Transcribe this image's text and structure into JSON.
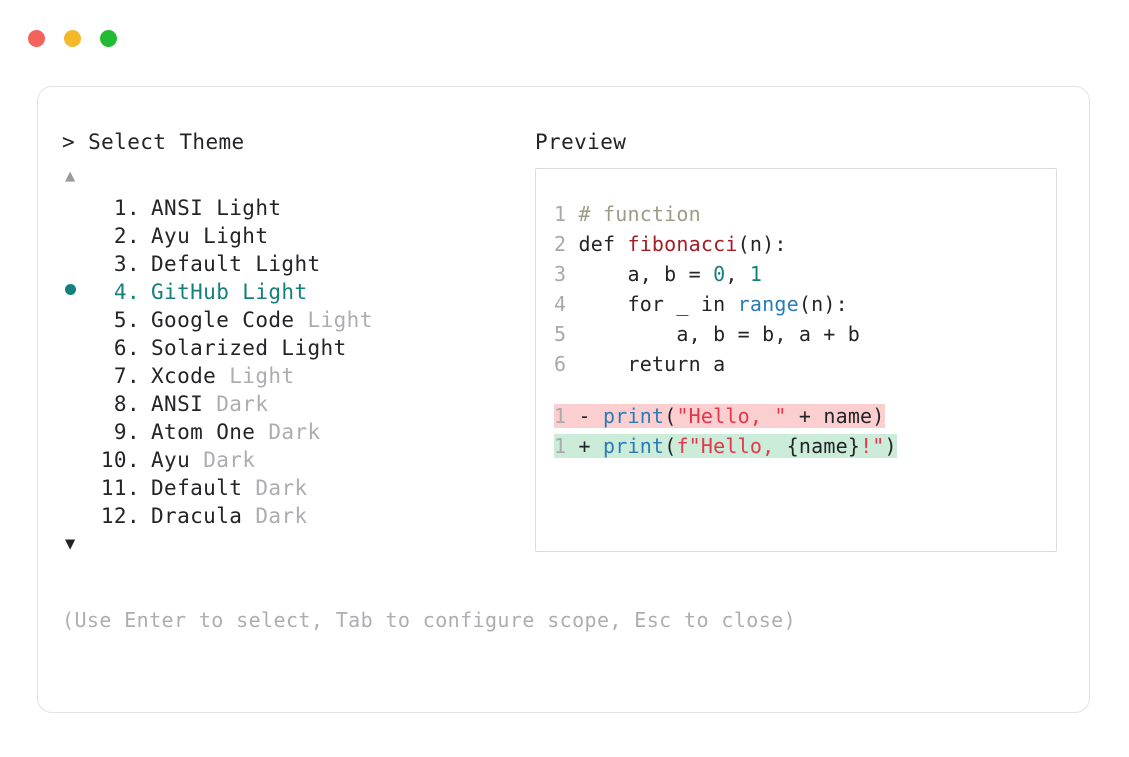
{
  "window": {
    "dots": [
      {
        "name": "close",
        "color": "#f4625c"
      },
      {
        "name": "minimize",
        "color": "#f5b82a"
      },
      {
        "name": "maximize",
        "color": "#22bb33"
      }
    ]
  },
  "picker": {
    "prompt": "> Select Theme",
    "scroll_up_glyph": "▲",
    "scroll_down_glyph": "▼",
    "selected_index": 4,
    "bullet_color": "#14807c",
    "accent_color": "#14807c",
    "items": [
      {
        "index": "1.",
        "name": "ANSI Light",
        "variant": "",
        "variant_muted": false,
        "selected": false
      },
      {
        "index": "2.",
        "name": "Ayu Light",
        "variant": "",
        "variant_muted": false,
        "selected": false
      },
      {
        "index": "3.",
        "name": "Default Light",
        "variant": "",
        "variant_muted": false,
        "selected": false
      },
      {
        "index": "4.",
        "name": "GitHub Light",
        "variant": "",
        "variant_muted": false,
        "selected": true
      },
      {
        "index": "5.",
        "name": "Google Code ",
        "variant": "Light",
        "variant_muted": true,
        "selected": false
      },
      {
        "index": "6.",
        "name": "Solarized Light",
        "variant": "",
        "variant_muted": false,
        "selected": false
      },
      {
        "index": "7.",
        "name": "Xcode ",
        "variant": "Light",
        "variant_muted": true,
        "selected": false
      },
      {
        "index": "8.",
        "name": "ANSI ",
        "variant": "Dark",
        "variant_muted": true,
        "selected": false
      },
      {
        "index": "9.",
        "name": "Atom One ",
        "variant": "Dark",
        "variant_muted": true,
        "selected": false
      },
      {
        "index": "10.",
        "name": "Ayu ",
        "variant": "Dark",
        "variant_muted": true,
        "selected": false
      },
      {
        "index": "11.",
        "name": "Default ",
        "variant": "Dark",
        "variant_muted": true,
        "selected": false
      },
      {
        "index": "12.",
        "name": "Dracula ",
        "variant": "Dark",
        "variant_muted": true,
        "selected": false
      }
    ],
    "hint": "(Use Enter to select, Tab to configure scope, Esc to close)"
  },
  "preview": {
    "title": "Preview",
    "code_lines": [
      {
        "no": "1",
        "tokens": [
          {
            "t": "# function",
            "c": "tok-comment"
          }
        ]
      },
      {
        "no": "2",
        "tokens": [
          {
            "t": "def ",
            "c": "tok-kw"
          },
          {
            "t": "fibonacci",
            "c": "tok-fn"
          },
          {
            "t": "(n):",
            "c": "tok-punct"
          }
        ]
      },
      {
        "no": "3",
        "tokens": [
          {
            "t": "    a, b = ",
            "c": "tok-plain"
          },
          {
            "t": "0",
            "c": "tok-num"
          },
          {
            "t": ", ",
            "c": "tok-plain"
          },
          {
            "t": "1",
            "c": "tok-num"
          }
        ]
      },
      {
        "no": "4",
        "tokens": [
          {
            "t": "    for _ in ",
            "c": "tok-plain"
          },
          {
            "t": "range",
            "c": "tok-builtin"
          },
          {
            "t": "(n):",
            "c": "tok-punct"
          }
        ]
      },
      {
        "no": "5",
        "tokens": [
          {
            "t": "        a, b = b, a + b",
            "c": "tok-plain"
          }
        ]
      },
      {
        "no": "6",
        "tokens": [
          {
            "t": "    return a",
            "c": "tok-plain"
          }
        ]
      }
    ],
    "diff_lines": [
      {
        "no": "1",
        "marker": "-",
        "kind": "del",
        "bg": "#fbcfcf",
        "tokens": [
          {
            "t": "print",
            "c": "tok-builtin"
          },
          {
            "t": "(",
            "c": "tok-punct"
          },
          {
            "t": "\"Hello, \"",
            "c": "tok-str"
          },
          {
            "t": " + name)",
            "c": "tok-plain"
          }
        ]
      },
      {
        "no": "1",
        "marker": "+",
        "kind": "add",
        "bg": "#caecd8",
        "tokens": [
          {
            "t": "print",
            "c": "tok-builtin"
          },
          {
            "t": "(",
            "c": "tok-punct"
          },
          {
            "t": "f\"Hello, ",
            "c": "tok-str"
          },
          {
            "t": "{name}",
            "c": "tok-plain"
          },
          {
            "t": "!\"",
            "c": "tok-str"
          },
          {
            "t": ")",
            "c": "tok-punct"
          }
        ]
      }
    ]
  }
}
